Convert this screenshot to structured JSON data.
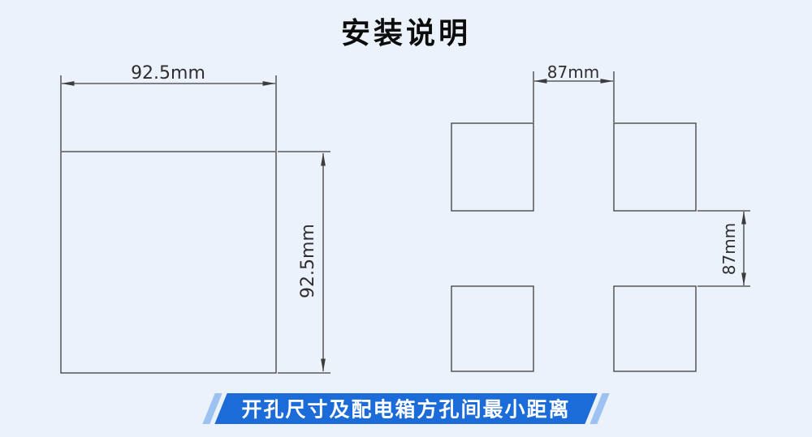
{
  "page": {
    "title": "安装说明",
    "background_color": "#ecf2fb",
    "line_color": "#3c3c3c"
  },
  "dimensions": {
    "cutout_width": "92.5mm",
    "cutout_height": "92.5mm",
    "hole_gap_horizontal": "87mm",
    "hole_gap_vertical": "87mm"
  },
  "banner": {
    "text": "开孔尺寸及配电箱方孔间最小距离",
    "color": "#1b6bd8",
    "accent_color": "#9dc2f2",
    "text_color": "#ffffff"
  }
}
